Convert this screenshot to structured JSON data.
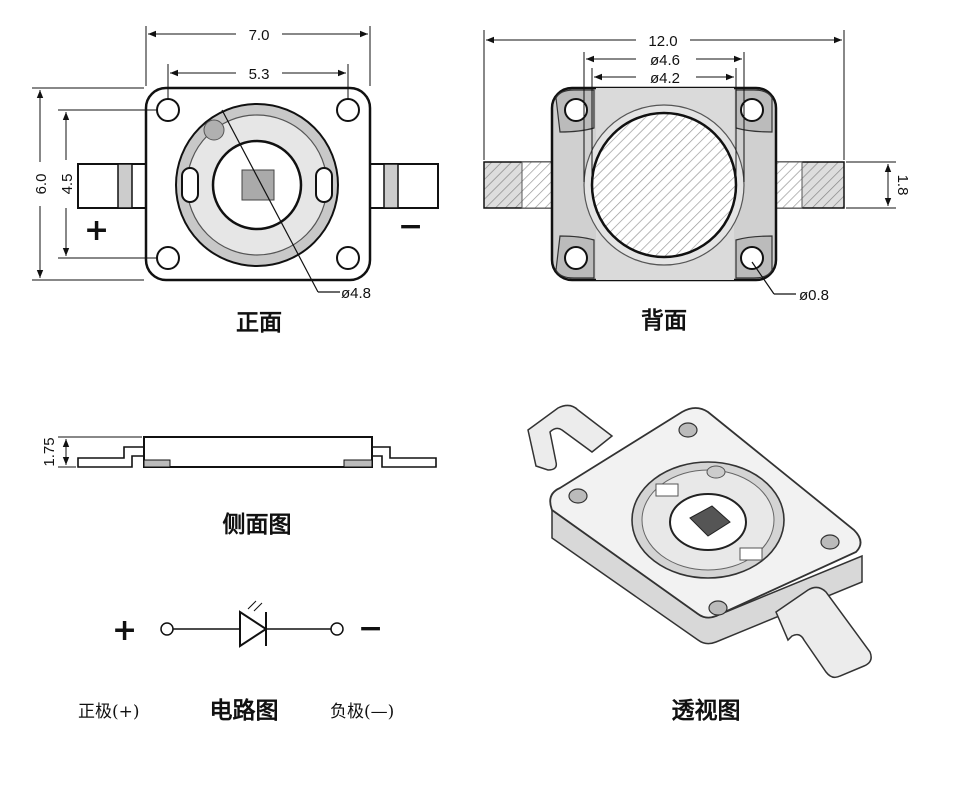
{
  "front_view": {
    "caption": "正面",
    "width_dim": "7.0",
    "hole_pitch_dim": "5.3",
    "height_dim": "6.0",
    "hole_pitch_v_dim": "4.5",
    "lens_dia": "ø4.8",
    "plus_sign": "+",
    "minus_sign": "−"
  },
  "back_view": {
    "caption": "背面",
    "overall_dim": "12.0",
    "dia_outer": "ø4.6",
    "dia_inner": "ø4.2",
    "lead_height": "1.8",
    "hole_dia": "ø0.8"
  },
  "side_view": {
    "caption": "侧面图",
    "thickness_dim": "1.75"
  },
  "circuit": {
    "caption": "电路图",
    "plus_sign": "+",
    "minus_sign": "−",
    "positive_label": "正极(+)",
    "negative_label": "负极(—)"
  },
  "perspective": {
    "caption": "透视图"
  }
}
